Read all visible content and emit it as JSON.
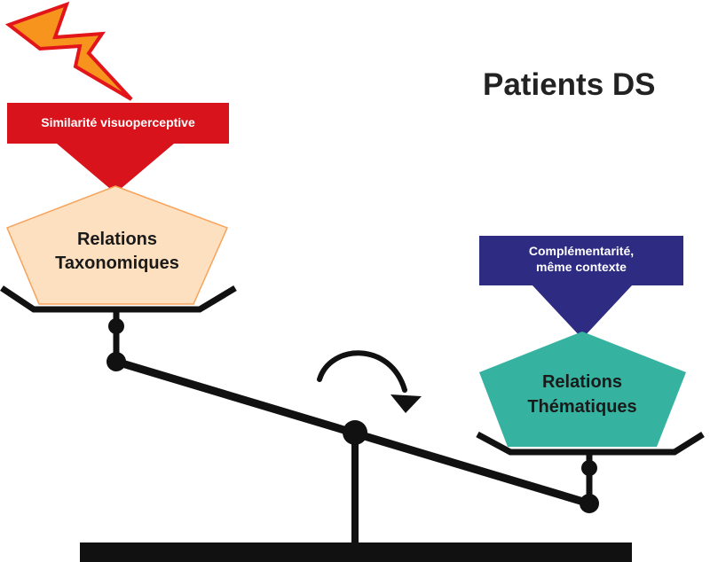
{
  "title": "Patients DS",
  "left": {
    "arrow_label": "Similarité visuoperceptive",
    "block_line1": "Relations",
    "block_line2": "Taxonomiques"
  },
  "right": {
    "arrow_line1": "Complémentarité,",
    "arrow_line2": "même contexte",
    "block_line1": "Relations",
    "block_line2": "Thématiques"
  },
  "colors": {
    "red_arrow": "#d8131c",
    "lightning_fill": "#f7941d",
    "lightning_stroke": "#e2151b",
    "left_block_fill": "#fde0c0",
    "left_block_stroke": "#f7a35c",
    "blue_arrow": "#2e2b83",
    "right_block_fill": "#35b3a0",
    "scale": "#111111"
  },
  "icons": [
    "lightning-icon",
    "rotation-arrow-icon"
  ]
}
